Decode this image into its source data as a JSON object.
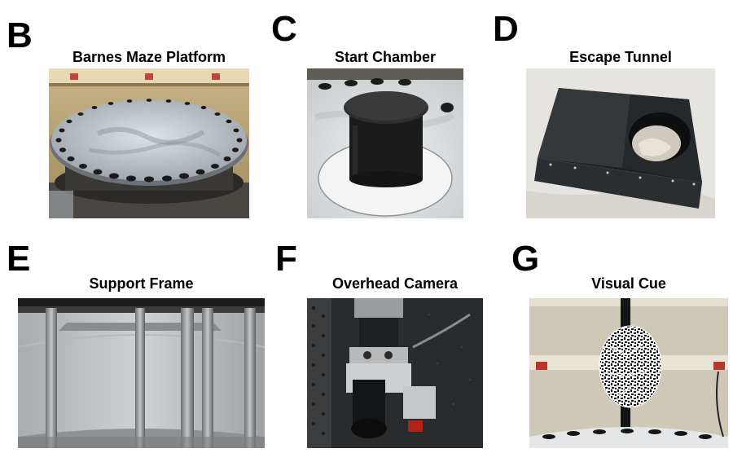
{
  "panels": [
    {
      "letter": "B",
      "title": "Barnes Maze Platform"
    },
    {
      "letter": "C",
      "title": "Start Chamber"
    },
    {
      "letter": "D",
      "title": "Escape Tunnel"
    },
    {
      "letter": "E",
      "title": "Support Frame"
    },
    {
      "letter": "F",
      "title": "Overhead Camera"
    },
    {
      "letter": "G",
      "title": "Visual Cue"
    }
  ]
}
